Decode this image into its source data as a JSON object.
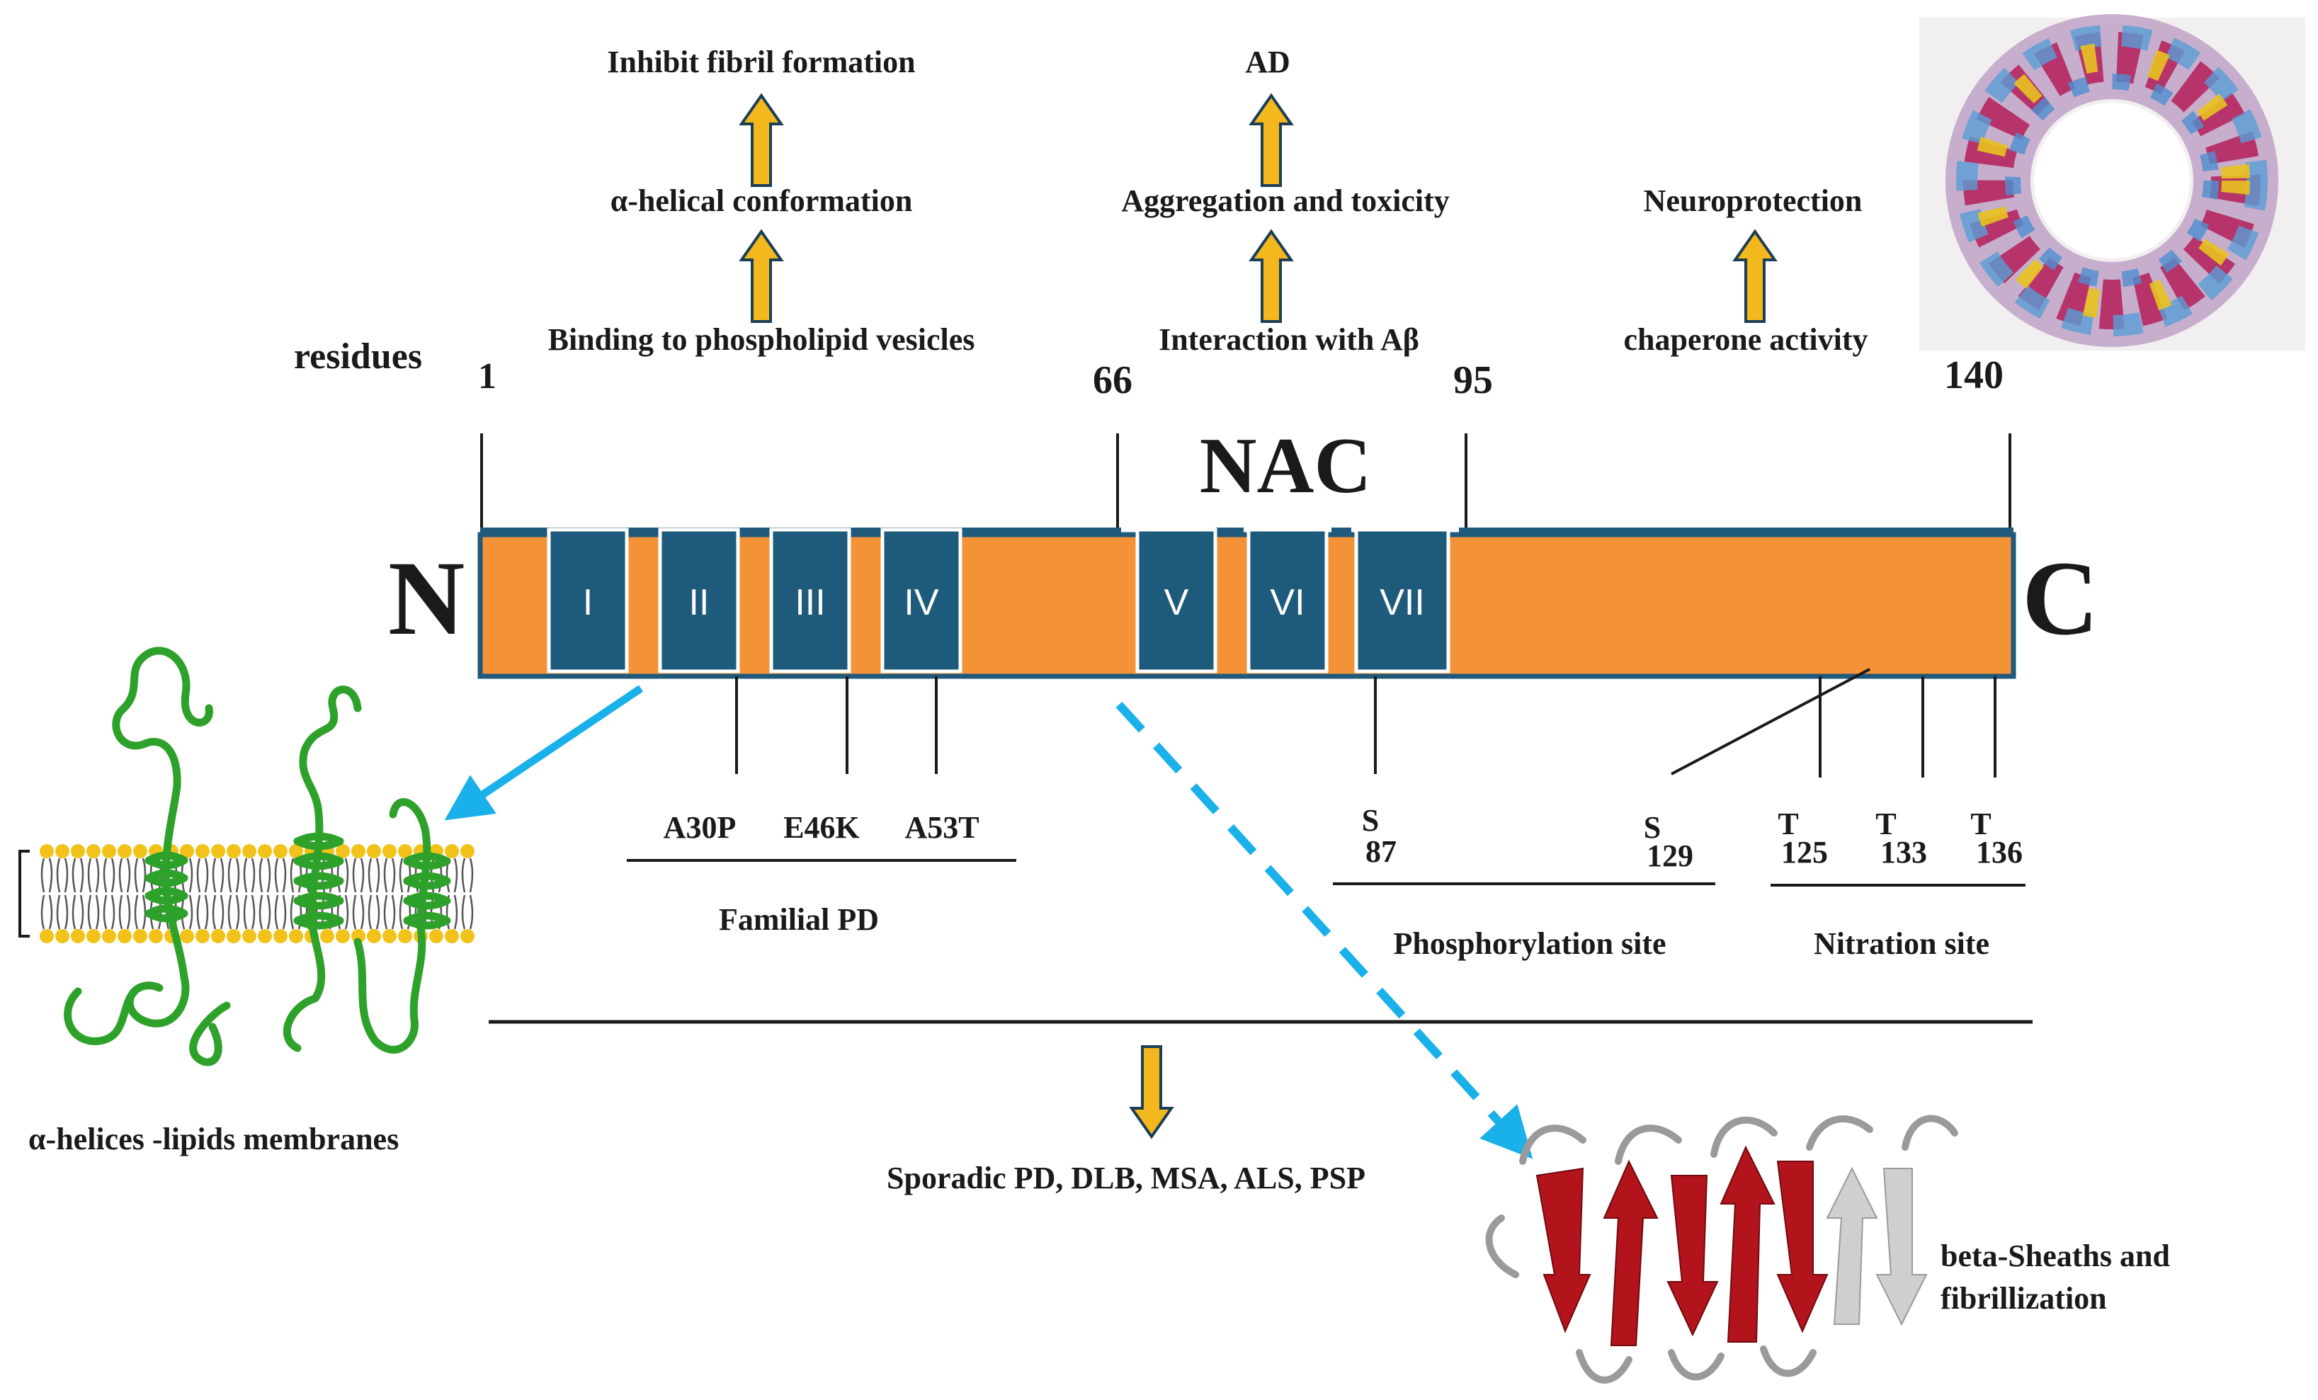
{
  "colors": {
    "bar_fill": "#f39237",
    "bar_border": "#1f5a7c",
    "domain_fill": "#1e5a7b",
    "arrow_yellow": "#f2b81d",
    "arrow_outline": "#1c3e56",
    "cyan": "#1ab0ea",
    "green": "#2ea12b",
    "lipid_head": "#f2c21a",
    "beta_red": "#b3141c",
    "beta_grey": "#cfcfcf"
  },
  "top_labels": {
    "inhibit": "Inhibit fibril formation",
    "alpha_helical": "α-helical conformation",
    "binding": "Binding to phospholipid vesicles",
    "ad": "AD",
    "aggregation": "Aggregation and toxicity",
    "interaction": "Interaction with Aβ",
    "neuroprotection": "Neuroprotection",
    "chaperone": "chaperone activity"
  },
  "residues": {
    "label": "residues",
    "r1": "1",
    "r66": "66",
    "r95": "95",
    "r140": "140",
    "nac": "NAC"
  },
  "termini": {
    "n": "N",
    "c": "C"
  },
  "domains": [
    "I",
    "II",
    "III",
    "IV",
    "V",
    "VI",
    "VII"
  ],
  "mutations": {
    "a30p": "A30P",
    "e46k": "E46K",
    "a53t": "A53T",
    "group": "Familial PD"
  },
  "phospho": {
    "s87_letter": "S",
    "s87_num": "87",
    "s129_letter": "S",
    "s129_num": "129",
    "group": "Phosphorylation site"
  },
  "nitration": {
    "t125_letter": "T",
    "t125_num": "125",
    "t133_letter": "T",
    "t133_num": "133",
    "t136_letter": "T",
    "t136_num": "136",
    "group": "Nitration site"
  },
  "bottom": {
    "diseases": "Sporadic PD, DLB, MSA, ALS, PSP",
    "alpha_membranes": "α-helices -lipids membranes",
    "beta_line1": "beta-Sheaths and",
    "beta_line2": "fibrillization"
  }
}
